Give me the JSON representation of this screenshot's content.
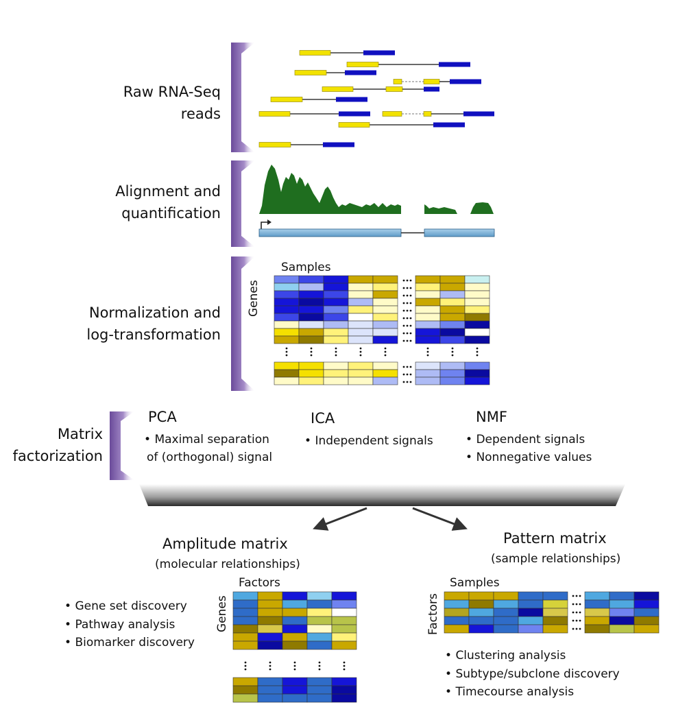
{
  "steps": {
    "raw_reads": "Raw RNA-Seq\nreads",
    "alignment": "Alignment and\nquantification",
    "normalization": "Normalization and\nlog-transformation",
    "factorization": "Matrix\nfactorization"
  },
  "norm_matrix": {
    "col_label": "Samples",
    "row_label": "Genes"
  },
  "methods": [
    {
      "name": "PCA",
      "points": [
        "Maximal separation",
        "of (orthogonal) signal"
      ]
    },
    {
      "name": "ICA",
      "points": [
        "Independent signals"
      ]
    },
    {
      "name": "NMF",
      "points": [
        "Dependent signals",
        "Nonnegative values"
      ]
    }
  ],
  "amplitude": {
    "title": "Amplitude matrix",
    "subtitle": "(molecular relationships)",
    "col_label": "Factors",
    "row_label": "Genes",
    "uses": [
      "Gene set discovery",
      "Pathway analysis",
      "Biomarker discovery"
    ]
  },
  "pattern": {
    "title": "Pattern matrix",
    "subtitle": "(sample relationships)",
    "col_label": "Samples",
    "row_label": "Factors",
    "uses": [
      "Clustering analysis",
      "Subtype/subclone discovery",
      "Timecourse analysis"
    ]
  },
  "colors": {
    "purple": "#7b5aa6",
    "read_yellow": "#f2e200",
    "read_blue": "#1010c0",
    "coverage_green": "#1f6e1f",
    "exon_blue": "#7fb2d8"
  }
}
